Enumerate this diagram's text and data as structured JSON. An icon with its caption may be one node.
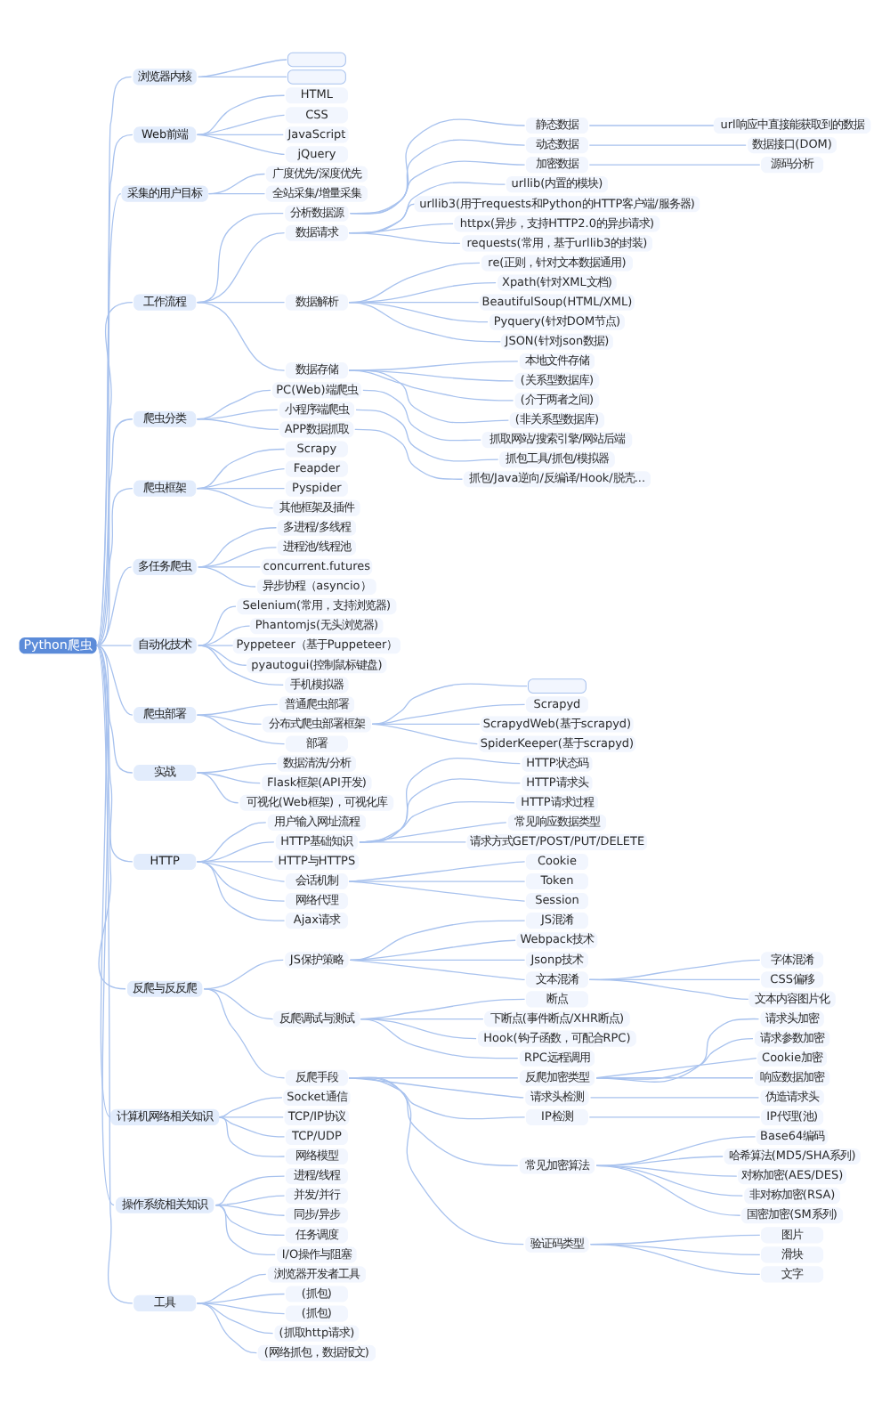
{
  "diagram": {
    "nodes": [
      {
        "text": [
          "Python爬虫"
        ]
      },
      {
        "text": [
          "浏览器内核"
        ]
      },
      {
        "text": [],
        "shape": "box"
      },
      {
        "text": [],
        "shape": "box"
      },
      {
        "text": [
          "Web前端"
        ]
      },
      {
        "text": [
          "HTML"
        ]
      },
      {
        "text": [
          "CSS"
        ]
      },
      {
        "text": [
          "JavaScript"
        ]
      },
      {
        "text": [
          "jQuery"
        ]
      },
      {
        "text": [
          "采集的用户目标"
        ]
      },
      {
        "text": [
          "广度优先/深度优先"
        ]
      },
      {
        "text": [
          "全站采集/增量采集"
        ]
      },
      {
        "text": [
          "工作流程"
        ]
      },
      {
        "text": [
          "分析数据源"
        ]
      },
      {
        "text": [
          "静态数据"
        ]
      },
      {
        "text": [
          "url响应中直接能获取到的数据"
        ]
      },
      {
        "text": [
          "动态数据"
        ]
      },
      {
        "text": [
          "数据接口(DOM)"
        ]
      },
      {
        "text": [
          "加密数据"
        ]
      },
      {
        "text": [
          "源码分析"
        ]
      },
      {
        "text": [
          "数据请求"
        ]
      },
      {
        "text": [
          "urllib(内置的模块)"
        ]
      },
      {
        "text": [
          "urllib3(用于requests和Python的HTTP客户端/服务器)"
        ]
      },
      {
        "text": [
          "httpx(异步，支持HTTP2.0的异步请求)"
        ]
      },
      {
        "text": [
          "requests(常用，基于urllib3的封装)"
        ]
      },
      {
        "text": [
          "数据解析"
        ]
      },
      {
        "text": [
          "re(正则，针对文本数据通用)"
        ]
      },
      {
        "text": [
          "Xpath(针对XML文档)"
        ]
      },
      {
        "text": [
          "BeautifulSoup(HTML/XML)"
        ]
      },
      {
        "text": [
          "Pyquery(针对DOM节点)"
        ]
      },
      {
        "text": [
          "JSON(针对json数据)"
        ]
      },
      {
        "text": [
          "数据存储"
        ]
      },
      {
        "text": [
          "本地文件存储"
        ]
      },
      {
        "text": [
          "(关系型数据库)"
        ]
      },
      {
        "text": [
          "(介于两者之间)"
        ]
      },
      {
        "text": [
          "(非关系型数据库)"
        ]
      },
      {
        "text": [
          "爬虫分类"
        ]
      },
      {
        "text": [
          "PC(Web)端爬虫"
        ]
      },
      {
        "text": [
          "抓取网站/搜索引擎/网站后端"
        ]
      },
      {
        "text": [
          "小程序端爬虫"
        ]
      },
      {
        "text": [
          "抓包工具/抓包/模拟器"
        ]
      },
      {
        "text": [
          "APP数据抓取"
        ]
      },
      {
        "text": [
          "抓包/Java逆向/反编译/Hook/脱壳..."
        ]
      },
      {
        "text": [
          "爬虫框架"
        ]
      },
      {
        "text": [
          "Scrapy"
        ]
      },
      {
        "text": [
          "Feapder"
        ]
      },
      {
        "text": [
          "Pyspider"
        ]
      },
      {
        "text": [
          "其他框架及插件"
        ]
      },
      {
        "text": [
          "多任务爬虫"
        ]
      },
      {
        "text": [
          "多进程/多线程"
        ]
      },
      {
        "text": [
          "进程池/线程池"
        ]
      },
      {
        "text": [
          "concurrent.futures"
        ]
      },
      {
        "text": [
          "异步协程（asyncio）"
        ]
      },
      {
        "text": [
          "自动化技术"
        ]
      },
      {
        "text": [
          "Selenium(常用，支持浏览器)"
        ]
      },
      {
        "text": [
          "Phantomjs(无头浏览器)"
        ]
      },
      {
        "text": [
          "Pyppeteer（基于Puppeteer）"
        ]
      },
      {
        "text": [
          "pyautogui(控制鼠标键盘)"
        ]
      },
      {
        "text": [
          "手机模拟器"
        ]
      },
      {
        "text": [
          "爬虫部署"
        ]
      },
      {
        "text": [
          "普通爬虫部署"
        ]
      },
      {
        "text": [
          "分布式爬虫部署框架"
        ]
      },
      {
        "text": [],
        "shape": "box"
      },
      {
        "text": [
          "Scrapyd"
        ]
      },
      {
        "text": [
          "ScrapydWeb(基于scrapyd)"
        ]
      },
      {
        "text": [
          "SpiderKeeper(基于scrapyd)"
        ]
      },
      {
        "text": [
          "部署"
        ]
      },
      {
        "text": [
          "实战"
        ]
      },
      {
        "text": [
          "数据清洗/分析"
        ]
      },
      {
        "text": [
          "Flask框架(API开发)"
        ]
      },
      {
        "text": [
          "可视化(Web框架)，可视化库"
        ]
      },
      {
        "text": [
          "HTTP"
        ]
      },
      {
        "text": [
          "用户输入网址流程"
        ]
      },
      {
        "text": [
          "HTTP基础知识"
        ]
      },
      {
        "text": [
          "HTTP状态码"
        ]
      },
      {
        "text": [
          "HTTP请求头"
        ]
      },
      {
        "text": [
          "HTTP请求过程"
        ]
      },
      {
        "text": [
          "常见响应数据类型"
        ]
      },
      {
        "text": [
          "请求方式GET/POST/PUT/DELETE"
        ]
      },
      {
        "text": [
          "HTTP与HTTPS"
        ]
      },
      {
        "text": [
          "会话机制"
        ]
      },
      {
        "text": [
          "Cookie"
        ]
      },
      {
        "text": [
          "Token"
        ]
      },
      {
        "text": [
          "Session"
        ]
      },
      {
        "text": [
          "网络代理"
        ]
      },
      {
        "text": [
          "Ajax请求"
        ]
      },
      {
        "text": [
          "反爬与反反爬"
        ]
      },
      {
        "text": [
          "JS保护策略"
        ]
      },
      {
        "text": [
          "JS混淆"
        ]
      },
      {
        "text": [
          "Webpack技术"
        ]
      },
      {
        "text": [
          "Jsonp技术"
        ]
      },
      {
        "text": [
          "文本混淆"
        ]
      },
      {
        "text": [
          "字体混淆"
        ]
      },
      {
        "text": [
          "CSS偏移"
        ]
      },
      {
        "text": [
          "文本内容图片化"
        ]
      },
      {
        "text": [
          "反爬调试与测试"
        ]
      },
      {
        "text": [
          "断点"
        ]
      },
      {
        "text": [
          "下断点(事件断点/XHR断点)"
        ]
      },
      {
        "text": [
          "Hook(钩子函数，可配合RPC)"
        ]
      },
      {
        "text": [
          "RPC远程调用"
        ]
      },
      {
        "text": [
          "反爬手段"
        ]
      },
      {
        "text": [
          "反爬加密类型"
        ]
      },
      {
        "text": [
          "请求头加密"
        ]
      },
      {
        "text": [
          "请求参数加密"
        ]
      },
      {
        "text": [
          "Cookie加密"
        ]
      },
      {
        "text": [
          "响应数据加密"
        ]
      },
      {
        "text": [
          "请求头检测"
        ]
      },
      {
        "text": [
          "伪造请求头"
        ]
      },
      {
        "text": [
          "IP检测"
        ]
      },
      {
        "text": [
          "IP代理(池)"
        ]
      },
      {
        "text": [
          "常见加密算法"
        ]
      },
      {
        "text": [
          "Base64编码"
        ]
      },
      {
        "text": [
          "哈希算法(MD5/SHA系列)"
        ]
      },
      {
        "text": [
          "对称加密(AES/DES)"
        ]
      },
      {
        "text": [
          "非对称加密(RSA)"
        ]
      },
      {
        "text": [
          "国密加密(SM系列)"
        ]
      },
      {
        "text": [
          "验证码类型"
        ]
      },
      {
        "text": [
          "图片"
        ]
      },
      {
        "text": [
          "滑块"
        ]
      },
      {
        "text": [
          "文字"
        ]
      },
      {
        "text": [
          "计算机网络相关知识"
        ]
      },
      {
        "text": [
          "Socket通信"
        ]
      },
      {
        "text": [
          "TCP/IP协议"
        ]
      },
      {
        "text": [
          "TCP/UDP"
        ]
      },
      {
        "text": [
          "网络模型"
        ]
      },
      {
        "text": [
          "操作系统相关知识"
        ]
      },
      {
        "text": [
          "进程/线程"
        ]
      },
      {
        "text": [
          "并发/并行"
        ]
      },
      {
        "text": [
          "同步/异步"
        ]
      },
      {
        "text": [
          "任务调度"
        ]
      },
      {
        "text": [
          "I/O操作与阻塞"
        ]
      },
      {
        "text": [
          "工具"
        ]
      },
      {
        "text": [
          "浏览器开发者工具"
        ]
      },
      {
        "text": [
          "(抓包)"
        ]
      },
      {
        "text": [
          "(抓包)"
        ]
      },
      {
        "text": [
          "(抓取http请求)"
        ]
      },
      {
        "text": [
          "(网络抓包，数据报文)"
        ]
      }
    ],
    "edges": [
      {
        "from": 0,
        "to": 1,
        "arrow": "none"
      },
      {
        "from": 1,
        "to": 2,
        "arrow": "none"
      },
      {
        "from": 1,
        "to": 3,
        "arrow": "none"
      },
      {
        "from": 0,
        "to": 4,
        "arrow": "none"
      },
      {
        "from": 4,
        "to": 5,
        "arrow": "none"
      },
      {
        "from": 4,
        "to": 6,
        "arrow": "none"
      },
      {
        "from": 4,
        "to": 7,
        "arrow": "none"
      },
      {
        "from": 4,
        "to": 8,
        "arrow": "none"
      },
      {
        "from": 0,
        "to": 9,
        "arrow": "none"
      },
      {
        "from": 9,
        "to": 10,
        "arrow": "none"
      },
      {
        "from": 9,
        "to": 11,
        "arrow": "none"
      },
      {
        "from": 0,
        "to": 12,
        "arrow": "none"
      },
      {
        "from": 12,
        "to": 13,
        "arrow": "none"
      },
      {
        "from": 13,
        "to": 14,
        "arrow": "none"
      },
      {
        "from": 14,
        "to": 15,
        "arrow": "none"
      },
      {
        "from": 13,
        "to": 16,
        "arrow": "none"
      },
      {
        "from": 16,
        "to": 17,
        "arrow": "none"
      },
      {
        "from": 13,
        "to": 18,
        "arrow": "none"
      },
      {
        "from": 18,
        "to": 19,
        "arrow": "none"
      },
      {
        "from": 12,
        "to": 20,
        "arrow": "none"
      },
      {
        "from": 20,
        "to": 21,
        "arrow": "none"
      },
      {
        "from": 20,
        "to": 22,
        "arrow": "none"
      },
      {
        "from": 20,
        "to": 23,
        "arrow": "none"
      },
      {
        "from": 20,
        "to": 24,
        "arrow": "none"
      },
      {
        "from": 12,
        "to": 25,
        "arrow": "none"
      },
      {
        "from": 25,
        "to": 26,
        "arrow": "none"
      },
      {
        "from": 25,
        "to": 27,
        "arrow": "none"
      },
      {
        "from": 25,
        "to": 28,
        "arrow": "none"
      },
      {
        "from": 25,
        "to": 29,
        "arrow": "none"
      },
      {
        "from": 25,
        "to": 30,
        "arrow": "none"
      },
      {
        "from": 12,
        "to": 31,
        "arrow": "none"
      },
      {
        "from": 31,
        "to": 32,
        "arrow": "none"
      },
      {
        "from": 31,
        "to": 33,
        "arrow": "none"
      },
      {
        "from": 31,
        "to": 34,
        "arrow": "none"
      },
      {
        "from": 31,
        "to": 35,
        "arrow": "none"
      },
      {
        "from": 0,
        "to": 36,
        "arrow": "none"
      },
      {
        "from": 36,
        "to": 37,
        "arrow": "none"
      },
      {
        "from": 37,
        "to": 38,
        "arrow": "none"
      },
      {
        "from": 36,
        "to": 39,
        "arrow": "none"
      },
      {
        "from": 39,
        "to": 40,
        "arrow": "none"
      },
      {
        "from": 36,
        "to": 41,
        "arrow": "none"
      },
      {
        "from": 41,
        "to": 42,
        "arrow": "none"
      },
      {
        "from": 0,
        "to": 43,
        "arrow": "none"
      },
      {
        "from": 43,
        "to": 44,
        "arrow": "none"
      },
      {
        "from": 43,
        "to": 45,
        "arrow": "none"
      },
      {
        "from": 43,
        "to": 46,
        "arrow": "none"
      },
      {
        "from": 43,
        "to": 47,
        "arrow": "none"
      },
      {
        "from": 0,
        "to": 48,
        "arrow": "none"
      },
      {
        "from": 48,
        "to": 49,
        "arrow": "none"
      },
      {
        "from": 48,
        "to": 50,
        "arrow": "none"
      },
      {
        "from": 48,
        "to": 51,
        "arrow": "none"
      },
      {
        "from": 48,
        "to": 52,
        "arrow": "none"
      },
      {
        "from": 0,
        "to": 53,
        "arrow": "none"
      },
      {
        "from": 53,
        "to": 54,
        "arrow": "none"
      },
      {
        "from": 53,
        "to": 55,
        "arrow": "none"
      },
      {
        "from": 53,
        "to": 56,
        "arrow": "none"
      },
      {
        "from": 53,
        "to": 57,
        "arrow": "none"
      },
      {
        "from": 53,
        "to": 58,
        "arrow": "none"
      },
      {
        "from": 0,
        "to": 59,
        "arrow": "none"
      },
      {
        "from": 59,
        "to": 60,
        "arrow": "none"
      },
      {
        "from": 59,
        "to": 61,
        "arrow": "none"
      },
      {
        "from": 61,
        "to": 62,
        "arrow": "none"
      },
      {
        "from": 61,
        "to": 63,
        "arrow": "none"
      },
      {
        "from": 61,
        "to": 64,
        "arrow": "none"
      },
      {
        "from": 61,
        "to": 65,
        "arrow": "none"
      },
      {
        "from": 59,
        "to": 66,
        "arrow": "none"
      },
      {
        "from": 0,
        "to": 67,
        "arrow": "none"
      },
      {
        "from": 67,
        "to": 68,
        "arrow": "none"
      },
      {
        "from": 67,
        "to": 69,
        "arrow": "none"
      },
      {
        "from": 67,
        "to": 70,
        "arrow": "none"
      },
      {
        "from": 0,
        "to": 71,
        "arrow": "none"
      },
      {
        "from": 71,
        "to": 72,
        "arrow": "none"
      },
      {
        "from": 71,
        "to": 73,
        "arrow": "none"
      },
      {
        "from": 73,
        "to": 74,
        "arrow": "none"
      },
      {
        "from": 73,
        "to": 75,
        "arrow": "none"
      },
      {
        "from": 73,
        "to": 76,
        "arrow": "none"
      },
      {
        "from": 73,
        "to": 77,
        "arrow": "none"
      },
      {
        "from": 73,
        "to": 78,
        "arrow": "none"
      },
      {
        "from": 71,
        "to": 79,
        "arrow": "none"
      },
      {
        "from": 71,
        "to": 80,
        "arrow": "none"
      },
      {
        "from": 80,
        "to": 81,
        "arrow": "none"
      },
      {
        "from": 80,
        "to": 82,
        "arrow": "none"
      },
      {
        "from": 80,
        "to": 83,
        "arrow": "none"
      },
      {
        "from": 71,
        "to": 84,
        "arrow": "none"
      },
      {
        "from": 71,
        "to": 85,
        "arrow": "none"
      },
      {
        "from": 0,
        "to": 86,
        "arrow": "none"
      },
      {
        "from": 86,
        "to": 87,
        "arrow": "none"
      },
      {
        "from": 87,
        "to": 88,
        "arrow": "none"
      },
      {
        "from": 87,
        "to": 89,
        "arrow": "none"
      },
      {
        "from": 87,
        "to": 90,
        "arrow": "none"
      },
      {
        "from": 87,
        "to": 91,
        "arrow": "none"
      },
      {
        "from": 91,
        "to": 92,
        "arrow": "none"
      },
      {
        "from": 91,
        "to": 93,
        "arrow": "none"
      },
      {
        "from": 91,
        "to": 94,
        "arrow": "none"
      },
      {
        "from": 86,
        "to": 95,
        "arrow": "none"
      },
      {
        "from": 95,
        "to": 96,
        "arrow": "none"
      },
      {
        "from": 95,
        "to": 97,
        "arrow": "none"
      },
      {
        "from": 95,
        "to": 98,
        "arrow": "none"
      },
      {
        "from": 95,
        "to": 99,
        "arrow": "none"
      },
      {
        "from": 86,
        "to": 100,
        "arrow": "none"
      },
      {
        "from": 100,
        "to": 101,
        "arrow": "none"
      },
      {
        "from": 101,
        "to": 102,
        "arrow": "none"
      },
      {
        "from": 101,
        "to": 103,
        "arrow": "none"
      },
      {
        "from": 101,
        "to": 104,
        "arrow": "none"
      },
      {
        "from": 101,
        "to": 105,
        "arrow": "none"
      },
      {
        "from": 100,
        "to": 106,
        "arrow": "none"
      },
      {
        "from": 106,
        "to": 107,
        "arrow": "none"
      },
      {
        "from": 100,
        "to": 108,
        "arrow": "none"
      },
      {
        "from": 108,
        "to": 109,
        "arrow": "none"
      },
      {
        "from": 100,
        "to": 110,
        "arrow": "none"
      },
      {
        "from": 110,
        "to": 111,
        "arrow": "none"
      },
      {
        "from": 110,
        "to": 112,
        "arrow": "none"
      },
      {
        "from": 110,
        "to": 113,
        "arrow": "none"
      },
      {
        "from": 110,
        "to": 114,
        "arrow": "none"
      },
      {
        "from": 110,
        "to": 115,
        "arrow": "none"
      },
      {
        "from": 100,
        "to": 116,
        "arrow": "none"
      },
      {
        "from": 116,
        "to": 117,
        "arrow": "none"
      },
      {
        "from": 116,
        "to": 118,
        "arrow": "none"
      },
      {
        "from": 116,
        "to": 119,
        "arrow": "none"
      },
      {
        "from": 0,
        "to": 120,
        "arrow": "none"
      },
      {
        "from": 120,
        "to": 121,
        "arrow": "none"
      },
      {
        "from": 120,
        "to": 122,
        "arrow": "none"
      },
      {
        "from": 120,
        "to": 123,
        "arrow": "none"
      },
      {
        "from": 120,
        "to": 124,
        "arrow": "none"
      },
      {
        "from": 0,
        "to": 125,
        "arrow": "none"
      },
      {
        "from": 125,
        "to": 126,
        "arrow": "none"
      },
      {
        "from": 125,
        "to": 127,
        "arrow": "none"
      },
      {
        "from": 125,
        "to": 128,
        "arrow": "none"
      },
      {
        "from": 125,
        "to": 129,
        "arrow": "none"
      },
      {
        "from": 125,
        "to": 130,
        "arrow": "none"
      },
      {
        "from": 0,
        "to": 131,
        "arrow": "none"
      },
      {
        "from": 131,
        "to": 132,
        "arrow": "none"
      },
      {
        "from": 131,
        "to": 133,
        "arrow": "none"
      },
      {
        "from": 131,
        "to": 134,
        "arrow": "none"
      },
      {
        "from": 131,
        "to": 135,
        "arrow": "none"
      },
      {
        "from": 131,
        "to": 136,
        "arrow": "none"
      }
    ]
  }
}
